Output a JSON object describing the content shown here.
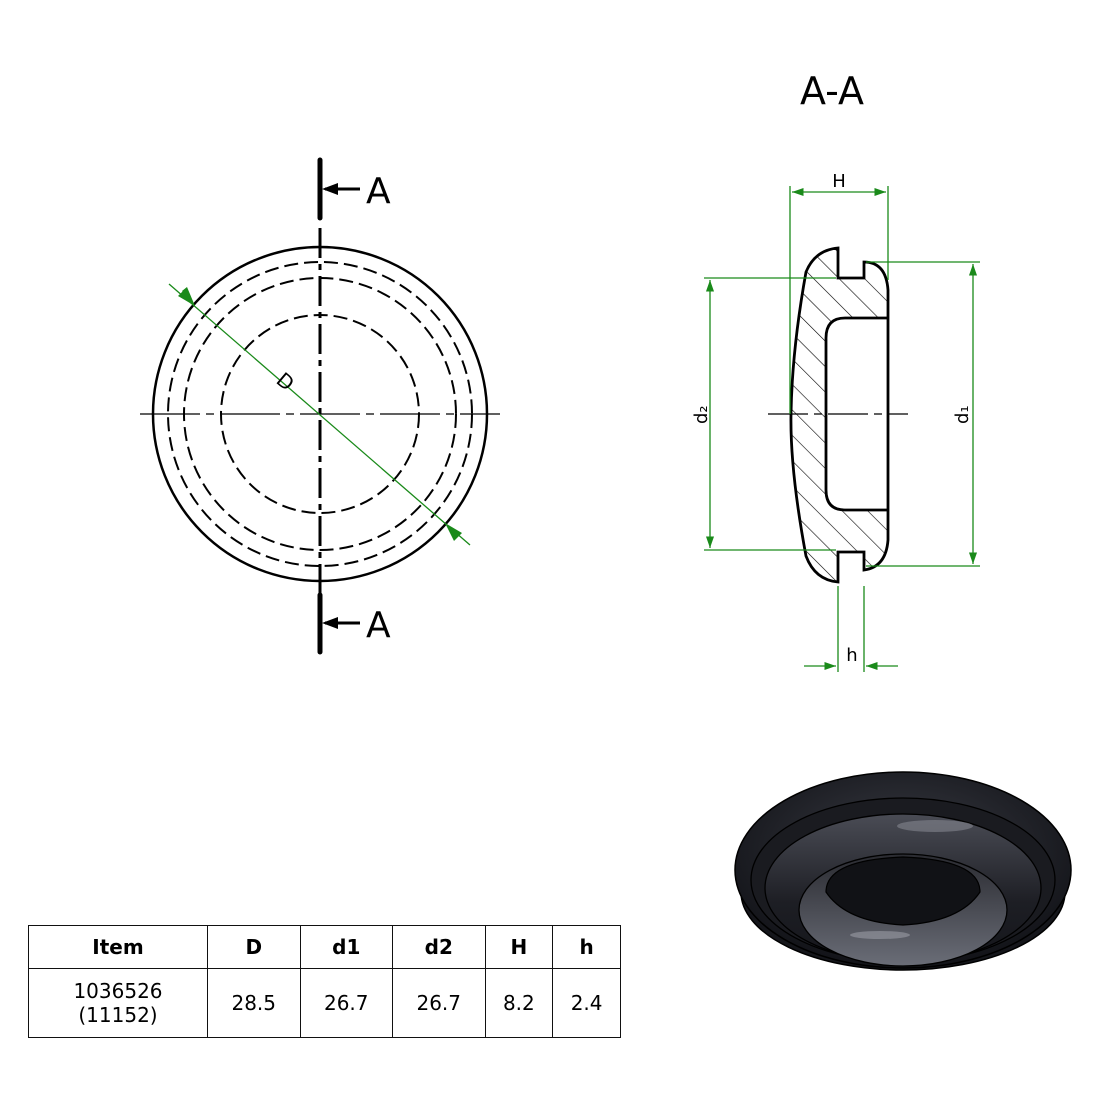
{
  "section_title": "A-A",
  "front_view": {
    "cut_label_top": "A",
    "cut_label_bottom": "A",
    "dimension_label": "D"
  },
  "section_view": {
    "dim_H": "H",
    "dim_h": "h",
    "dim_d1": "d₁",
    "dim_d2": "d₂"
  },
  "colors": {
    "outline": "#000000",
    "dimension": "#1a8a1a",
    "render_body": "#1c1d22"
  },
  "table": {
    "headers": [
      "Item",
      "D",
      "d1",
      "d2",
      "H",
      "h"
    ],
    "rows": [
      {
        "item": "1036526",
        "item_sub": "(11152)",
        "D": "28.5",
        "d1": "26.7",
        "d2": "26.7",
        "H": "8.2",
        "h": "2.4"
      }
    ]
  }
}
